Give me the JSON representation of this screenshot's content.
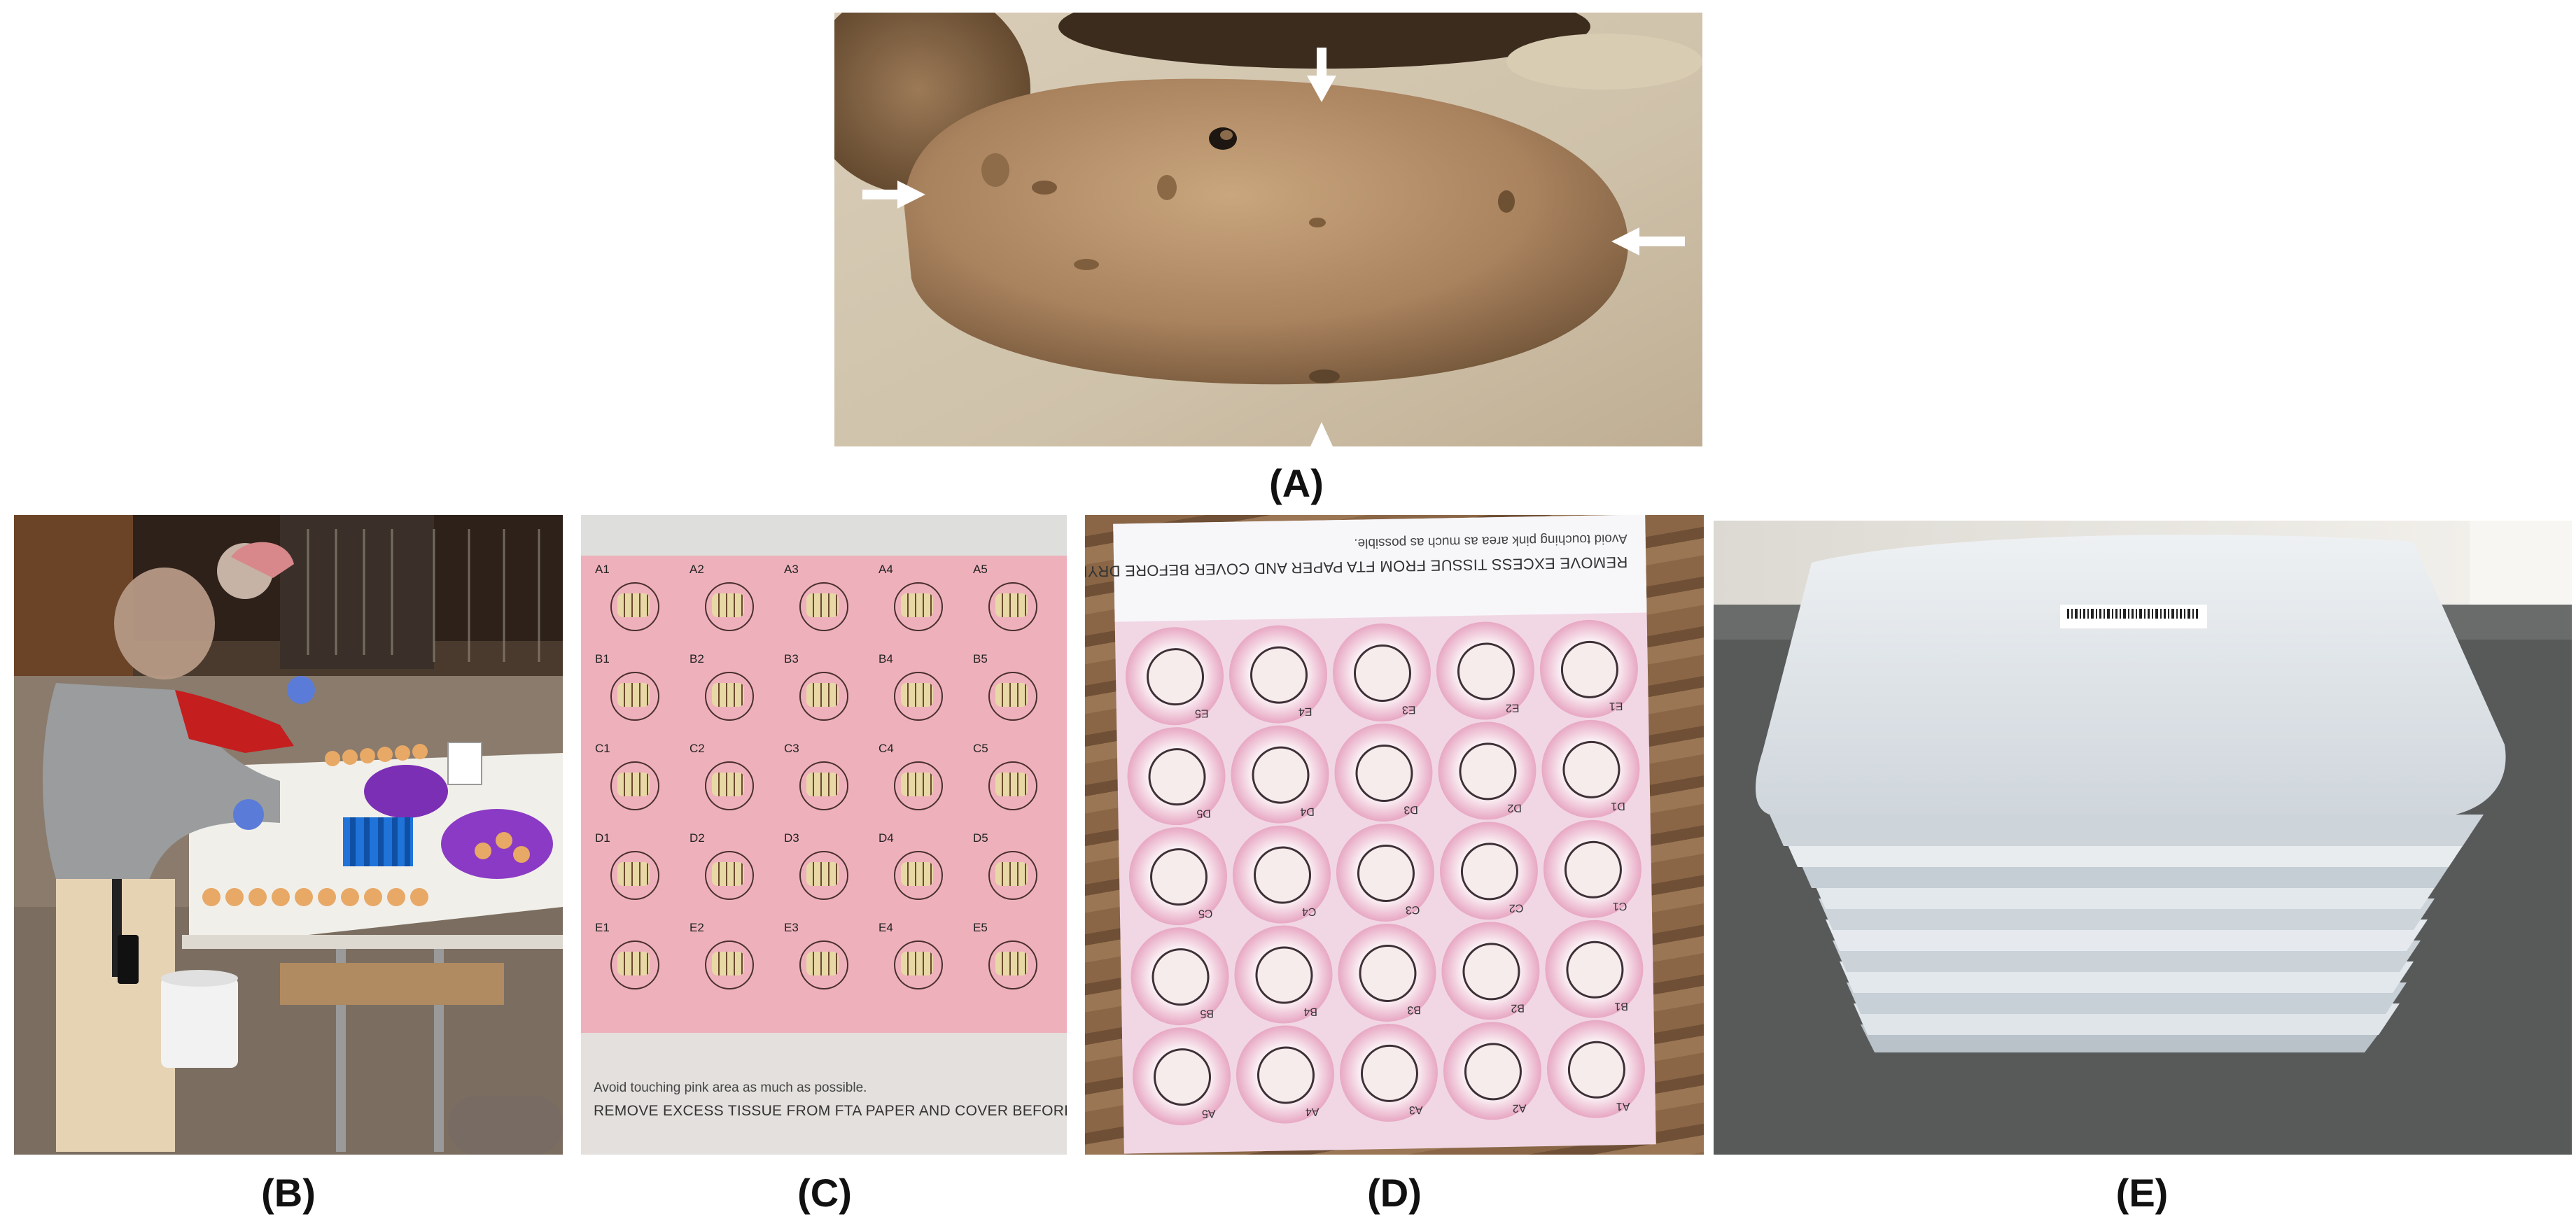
{
  "panels": {
    "a": {
      "caption": "(A)"
    },
    "b": {
      "caption": "(B)"
    },
    "c": {
      "caption": "(C)",
      "well_labels": [
        "A1",
        "A2",
        "A3",
        "A4",
        "A5",
        "B1",
        "B2",
        "B3",
        "B4",
        "B5",
        "C1",
        "C2",
        "C3",
        "C4",
        "C5",
        "D1",
        "D2",
        "D3",
        "D4",
        "D5",
        "E1",
        "E2",
        "E3",
        "E4",
        "E5"
      ],
      "note_line": "Avoid touching pink area as much as possible.",
      "warning_line": "REMOVE EXCESS TISSUE FROM FTA PAPER AND COVER BEFORE DRYING."
    },
    "d": {
      "caption": "(D)",
      "well_labels": [
        "E5",
        "E4",
        "E3",
        "E2",
        "E1",
        "D5",
        "D4",
        "D3",
        "D2",
        "D1",
        "C5",
        "C4",
        "C3",
        "C2",
        "C1",
        "B5",
        "B4",
        "B3",
        "B2",
        "B1",
        "A5",
        "A4",
        "A3",
        "A2",
        "A1"
      ],
      "note_line": "Avoid touching pink area as much as possible.",
      "warning_line": "REMOVE EXCESS TISSUE FROM FTA PAPER AND COVER BEFORE DRYING."
    },
    "e": {
      "caption": "(E)"
    }
  },
  "colors": {
    "potato": "#a9825e",
    "fta_pink": "#eeb1bb",
    "stained_pink": "#e8a9c4",
    "bag_silver": "#e3e8ec",
    "table_white": "#f1efea",
    "tube_rack_blue": "#1f73d9"
  }
}
